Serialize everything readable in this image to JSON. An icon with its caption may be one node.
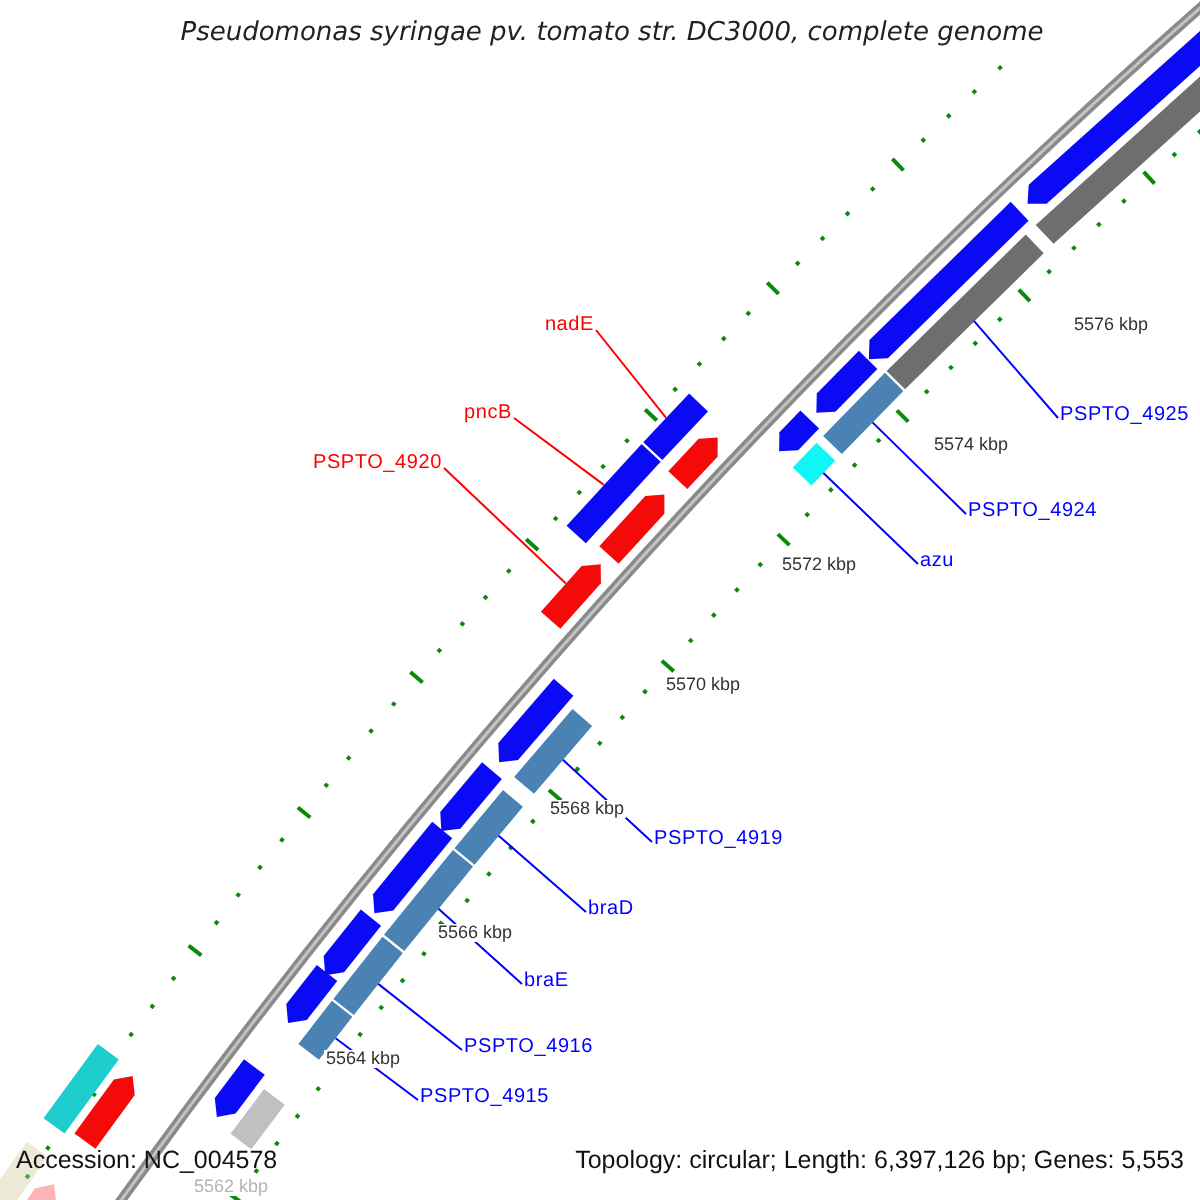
{
  "diagram": {
    "title": "Pseudomonas syringae pv. tomato str. DC3000, complete genome",
    "nodes": [
      {
        "text": [
          "nadE"
        ]
      },
      {
        "text": [
          "pncB"
        ]
      },
      {
        "text": [
          "PSPTO_4925"
        ]
      },
      {
        "text": [
          "PSPTO_4920"
        ]
      },
      {
        "text": [
          "PSPTO_4924"
        ]
      },
      {
        "text": [
          "azu"
        ]
      },
      {
        "text": [
          "PSPTO_4919"
        ]
      },
      {
        "text": [
          "braD"
        ]
      },
      {
        "text": [
          "braE"
        ]
      },
      {
        "text": [
          "PSPTO_4916"
        ]
      },
      {
        "text": [
          "PSPTO_4915"
        ]
      },
      {
        "text": [],
        "shape": "arrow"
      },
      {
        "text": [],
        "shape": "bar"
      },
      {
        "text": [],
        "shape": "arrow"
      },
      {
        "text": [],
        "shape": "bar"
      },
      {
        "text": [],
        "shape": "arrow"
      },
      {
        "text": [],
        "shape": "bar"
      },
      {
        "text": [],
        "shape": "bar"
      },
      {
        "text": [],
        "shape": "arrow"
      },
      {
        "text": [],
        "shape": "arrow"
      },
      {
        "text": [],
        "shape": "bar"
      },
      {
        "text": [],
        "shape": "bar"
      },
      {
        "text": [],
        "shape": "arrow"
      },
      {
        "text": [],
        "shape": "arrow"
      },
      {
        "text": [],
        "shape": "arrow"
      },
      {
        "text": [],
        "shape": "bar"
      },
      {
        "text": [],
        "shape": "arrow"
      },
      {
        "text": [],
        "shape": "bar"
      },
      {
        "text": [],
        "shape": "arrow"
      },
      {
        "text": [],
        "shape": "bar"
      },
      {
        "text": [],
        "shape": "arrow"
      },
      {
        "text": [],
        "shape": "bar"
      },
      {
        "text": [],
        "shape": "arrow"
      },
      {
        "text": [],
        "shape": "bar"
      },
      {
        "text": [],
        "shape": "arrow"
      },
      {
        "text": [],
        "shape": "bar"
      },
      {
        "text": [],
        "shape": "bar"
      },
      {
        "text": [],
        "shape": "arrow"
      },
      {
        "text": [],
        "shape": "bar"
      },
      {
        "text": [],
        "shape": "arrow"
      }
    ],
    "edges": [
      {
        "from": 0,
        "to": 17,
        "arrow": "none",
        "color": "#ff0000"
      },
      {
        "from": 1,
        "to": 21,
        "arrow": "none",
        "color": "#ff0000"
      },
      {
        "from": 2,
        "to": 14,
        "arrow": "none"
      },
      {
        "from": 3,
        "to": 23,
        "arrow": "none",
        "color": "#ff0000"
      },
      {
        "from": 4,
        "to": 16,
        "arrow": "none"
      },
      {
        "from": 5,
        "to": 20,
        "arrow": "none"
      },
      {
        "from": 6,
        "to": 25,
        "arrow": "none"
      },
      {
        "from": 7,
        "to": 27,
        "arrow": "none"
      },
      {
        "from": 8,
        "to": 29,
        "arrow": "none"
      },
      {
        "from": 9,
        "to": 31,
        "arrow": "none"
      },
      {
        "from": 10,
        "to": 33,
        "arrow": "none"
      }
    ],
    "labels": [
      "5576 kbp",
      "5574 kbp",
      "5572 kbp",
      "5570 kbp",
      "5568 kbp",
      "5566 kbp",
      "5564 kbp",
      "Accession: NC_004578",
      "Topology: circular; Length: 6,397,126 bp; Genes: 5,553",
      "5562 kbp"
    ]
  }
}
